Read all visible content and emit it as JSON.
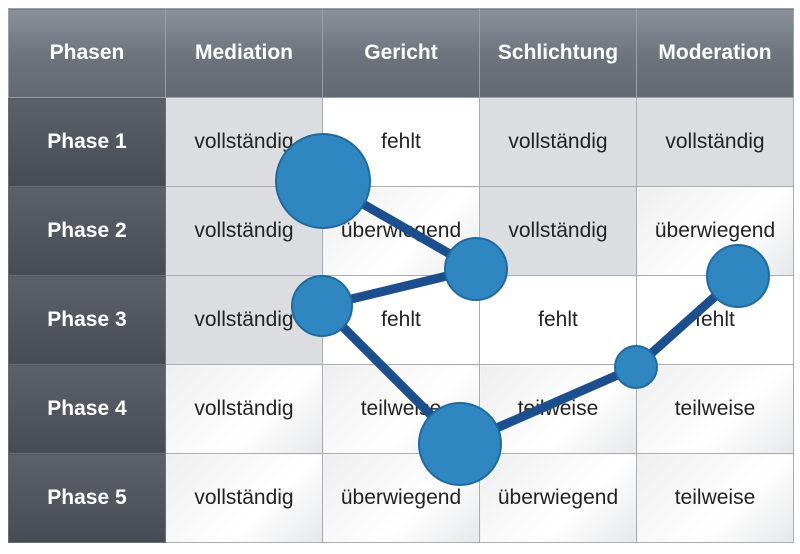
{
  "header": {
    "corner": "Phasen",
    "columns": [
      "Mediation",
      "Gericht",
      "Schlichtung",
      "Moderation"
    ]
  },
  "rows": [
    {
      "label": "Phase 1",
      "cells": [
        "vollständig",
        "fehlt",
        "vollständig",
        "vollständig"
      ]
    },
    {
      "label": "Phase 2",
      "cells": [
        "vollständig",
        "überwiegend",
        "vollständig",
        "überwiegend"
      ]
    },
    {
      "label": "Phase 3",
      "cells": [
        "vollständig",
        "fehlt",
        "fehlt",
        "fehlt"
      ]
    },
    {
      "label": "Phase 4",
      "cells": [
        "vollständig",
        "teilweise",
        "teilweise",
        "teilweise"
      ]
    },
    {
      "label": "Phase 5",
      "cells": [
        "vollständig",
        "überwiegend",
        "überwiegend",
        "teilweise"
      ]
    }
  ],
  "colors": {
    "node_fill": "#2f86c0",
    "node_stroke": "#1f6aa0",
    "edge": "#1d4f8f"
  }
}
